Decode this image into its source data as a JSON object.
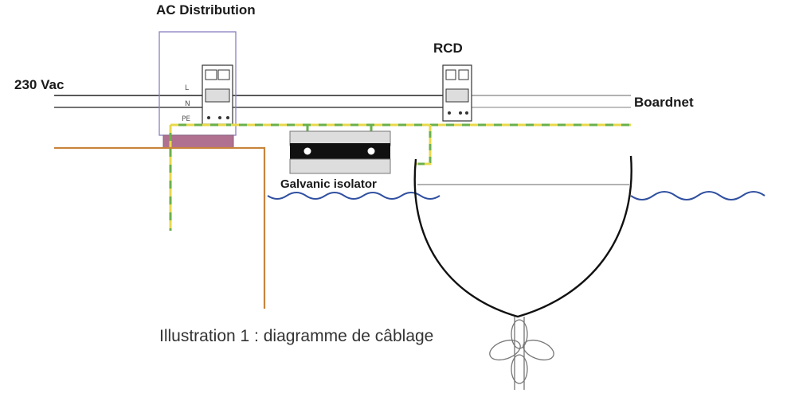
{
  "labels": {
    "ac_distribution": "AC Distribution",
    "rcd": "RCD",
    "supply_voltage": "230 Vac",
    "boardnet": "Boardnet",
    "galvanic_isolator": "Galvanic isolator",
    "line_l": "L",
    "line_n": "N",
    "line_pe": "PE"
  },
  "caption": "Illustration 1 : diagramme de câblage",
  "colors": {
    "line_conductor": "#222222",
    "neutral_conductor": "#555555",
    "earth_green": "#6ab04c",
    "earth_yellow": "#e8d84a",
    "shore_earth_orange": "#c8843c",
    "water_blue": "#3050a0",
    "panel_border": "#8a7fc0",
    "isolator_body": "#111111"
  },
  "icons": [
    "breaker-icon",
    "propeller-icon"
  ]
}
